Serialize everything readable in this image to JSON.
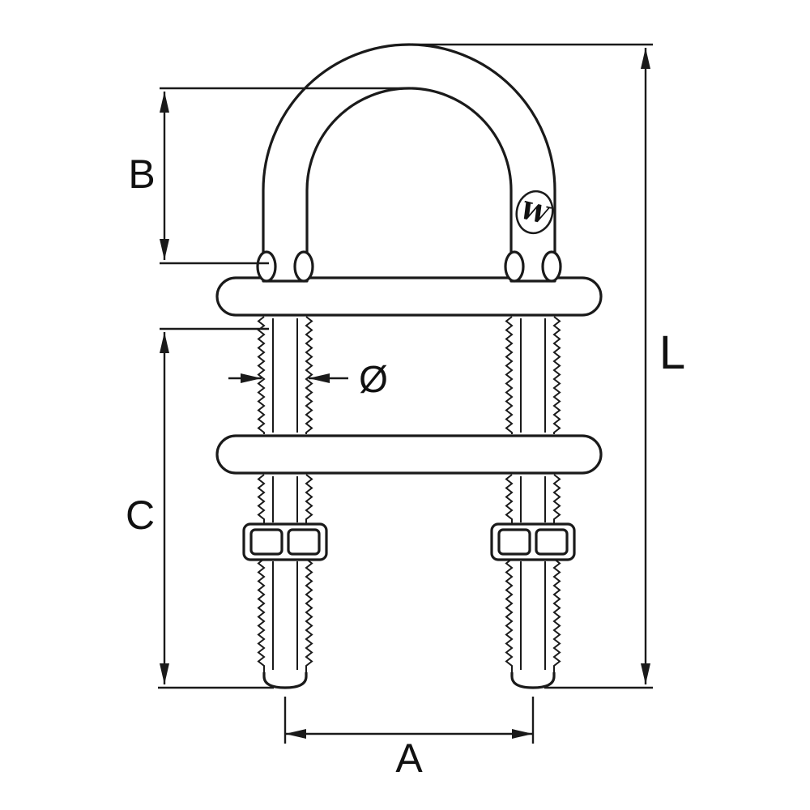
{
  "diagram": {
    "labels": {
      "overall_length": "L",
      "inside_height": "B",
      "stud_length": "C",
      "bolt_spacing": "A",
      "diameter": "Ø"
    },
    "logo_letter": "W",
    "colors": {
      "line": "#1a1a1a",
      "background": "#ffffff"
    }
  }
}
